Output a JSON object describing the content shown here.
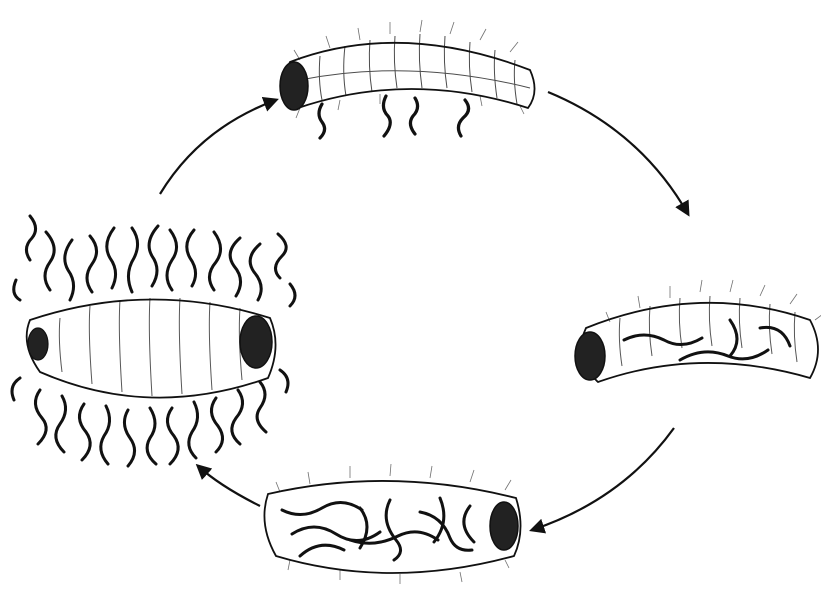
{
  "diagram": {
    "description_type": "cycle",
    "stages": [
      {
        "id": "stage-1",
        "name": "larva-few-worms-emerging"
      },
      {
        "id": "stage-2",
        "name": "larva-worms-inside"
      },
      {
        "id": "stage-3",
        "name": "larva-many-worms-inside"
      },
      {
        "id": "stage-4",
        "name": "larva-many-worms-emerging"
      }
    ],
    "arrows": [
      {
        "from": "stage-1",
        "to": "stage-2"
      },
      {
        "from": "stage-2",
        "to": "stage-3"
      },
      {
        "from": "stage-3",
        "to": "stage-4"
      },
      {
        "from": "stage-4",
        "to": "stage-1"
      }
    ],
    "colors": {
      "ink": "#111111",
      "paper": "#ffffff"
    }
  }
}
